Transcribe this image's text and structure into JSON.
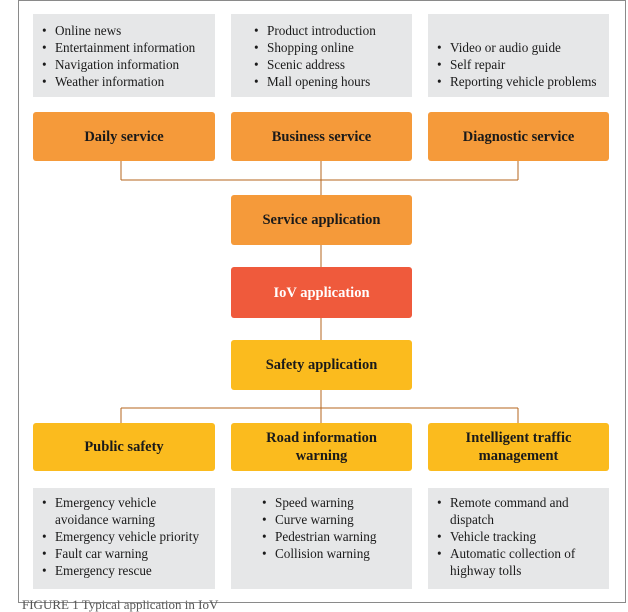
{
  "top_groups": [
    {
      "label": "Daily service",
      "items": [
        "Online news",
        "Entertainment information",
        "Navigation information",
        "Weather information"
      ]
    },
    {
      "label": "Business service",
      "items": [
        "Product introduction",
        "Shopping online",
        "Scenic address",
        "Mall opening hours"
      ]
    },
    {
      "label": "Diagnostic service",
      "items": [
        "Video or audio guide",
        "Self repair",
        "Reporting vehicle problems"
      ]
    }
  ],
  "center": {
    "service": "Service application",
    "iov": "IoV application",
    "safety": "Safety application"
  },
  "bottom_groups": [
    {
      "label": "Public safety",
      "items": [
        "Emergency vehicle avoidance warning",
        "Emergency vehicle priority",
        "Fault car warning",
        "Emergency rescue"
      ]
    },
    {
      "label": "Road information warning",
      "items": [
        "Speed warning",
        "Curve warning",
        "Pedestrian warning",
        "Collision warning"
      ]
    },
    {
      "label": "Intelligent traffic management",
      "items": [
        "Remote command and dispatch",
        "Vehicle tracking",
        "Automatic collection of highway tolls"
      ]
    }
  ],
  "caption": "FIGURE 1 Typical application in IoV",
  "colors": {
    "orange": "#f59a3a",
    "red": "#ef5a3c",
    "yellow": "#fbbb1e",
    "grey": "#e6e7e8",
    "line": "#b5651d"
  }
}
